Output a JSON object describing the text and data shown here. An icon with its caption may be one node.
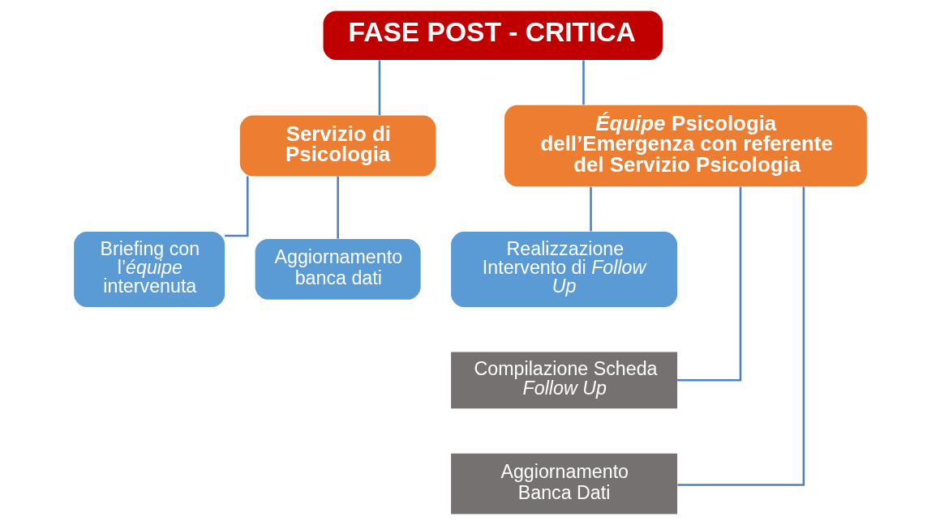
{
  "diagram": {
    "nodes": [
      {
        "text": [
          "FASE POST - CRITICA"
        ]
      },
      {
        "text": [
          "Servizio di Psicologia"
        ]
      },
      {
        "text": [
          "*Équipe* Psicologia dell’Emergenza con referente del Servizio Psicologia"
        ]
      },
      {
        "text": [
          "Briefing con l’*équipe* intervenuta"
        ]
      },
      {
        "text": [
          "Aggiornamento banca dati"
        ]
      },
      {
        "text": [
          "Realizzazione Intervento di *Follow Up*"
        ]
      },
      {
        "text": [
          "Compilazione Scheda *Follow Up*"
        ]
      },
      {
        "text": [
          "Aggiornamento Banca Dati"
        ]
      }
    ],
    "edges": [
      {
        "from": 0,
        "to": 1,
        "arrow": "none"
      },
      {
        "from": 0,
        "to": 2,
        "arrow": "none"
      },
      {
        "from": 1,
        "to": 3,
        "arrow": "none"
      },
      {
        "from": 1,
        "to": 4,
        "arrow": "none"
      },
      {
        "from": 2,
        "to": 5,
        "arrow": "none"
      },
      {
        "from": 2,
        "to": 6,
        "arrow": "none"
      },
      {
        "from": 2,
        "to": 7,
        "arrow": "none"
      }
    ]
  }
}
